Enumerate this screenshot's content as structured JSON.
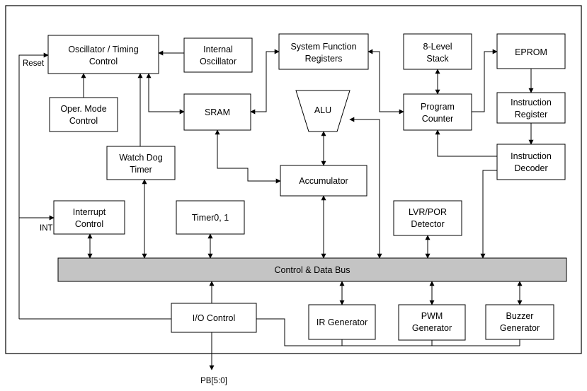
{
  "blocks": {
    "osc_timing": [
      "Oscillator / Timing",
      "Control"
    ],
    "internal_osc": [
      "Internal",
      "Oscillator"
    ],
    "sys_func_regs": [
      "System Function",
      "Registers"
    ],
    "stack": [
      "8-Level",
      "Stack"
    ],
    "eprom": [
      "EPROM"
    ],
    "oper_mode": [
      "Oper. Mode",
      "Control"
    ],
    "sram": [
      "SRAM"
    ],
    "alu": [
      "ALU"
    ],
    "program_counter": [
      "Program",
      "Counter"
    ],
    "instr_register": [
      "Instruction",
      "Register"
    ],
    "watchdog": [
      "Watch Dog",
      "Timer"
    ],
    "accumulator": [
      "Accumulator"
    ],
    "instr_decoder": [
      "Instruction",
      "Decoder"
    ],
    "interrupt": [
      "Interrupt",
      "Control"
    ],
    "timer": [
      "Timer0, 1"
    ],
    "lvr_por": [
      "LVR/POR",
      "Detector"
    ],
    "bus": [
      "Control & Data Bus"
    ],
    "io_control": [
      "I/O Control"
    ],
    "ir_gen": [
      "IR Generator"
    ],
    "pwm_gen": [
      "PWM",
      "Generator"
    ],
    "buzzer_gen": [
      "Buzzer",
      "Generator"
    ]
  },
  "signals": {
    "reset": "Reset",
    "int": "INT",
    "pb": "PB[5:0]"
  }
}
